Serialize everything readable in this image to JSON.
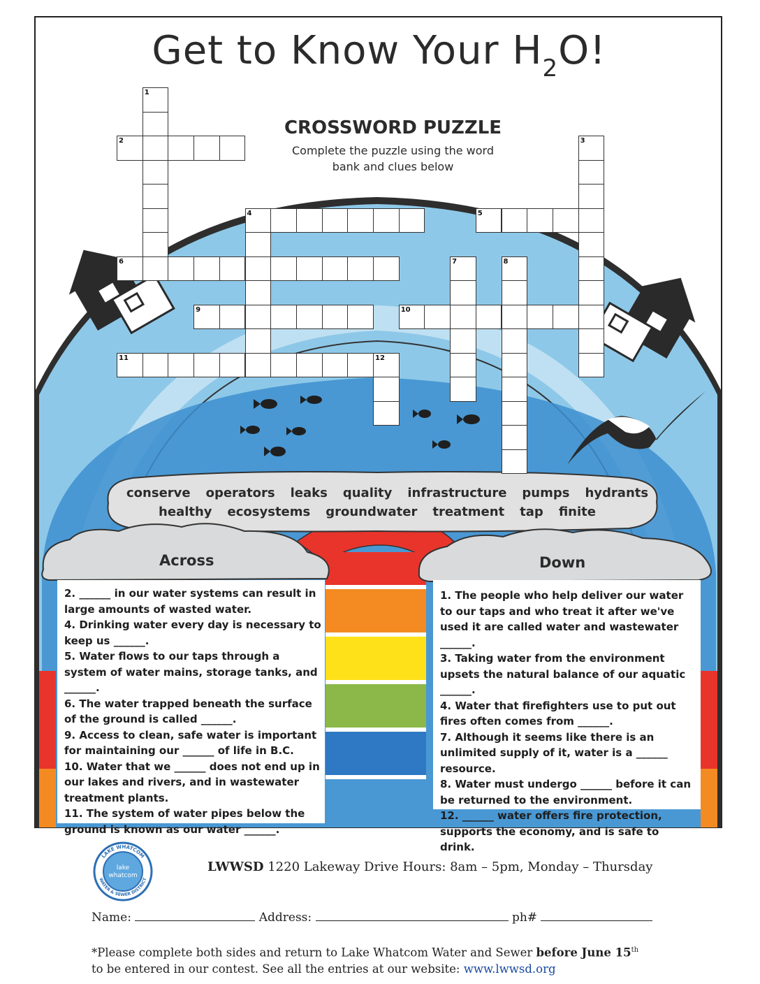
{
  "title": {
    "main": "Get to Know Your H",
    "subscript": "2",
    "suffix": "O!"
  },
  "crossword": {
    "heading": "CROSSWORD PUZZLE",
    "instructions_line1": "Complete the puzzle using the word",
    "instructions_line2": "bank and clues below"
  },
  "word_bank": {
    "row1": [
      "conserve",
      "operators",
      "leaks",
      "quality",
      "infrastructure",
      "pumps",
      "hydrants"
    ],
    "row2": [
      "healthy",
      "ecosystems",
      "groundwater",
      "treatment",
      "tap",
      "finite"
    ]
  },
  "across": {
    "title": "Across",
    "clues": [
      "2. ______ in our water systems can result in large amounts of wasted water.",
      "4. Drinking water every day is necessary to keep us ______.",
      "5. Water flows to our taps through a system of water mains, storage tanks, and ______.",
      "6. The water trapped beneath the surface of the ground is called ______.",
      "9. Access to clean, safe water is important for maintaining our ______ of life in B.C.",
      "10. Water that we ______ does not end up in our lakes and rivers, and in wastewater treatment plants.",
      "11. The system of water pipes below the ground is known as our water ______."
    ]
  },
  "down": {
    "title": "Down",
    "clues": [
      "1. The people who help deliver our water to our taps and who treat it after we've used it are called water and wastewater ______.",
      "3. Taking water from the environment upsets the natural balance of our aquatic ______.",
      "4. Water that firefighters use to put out fires often comes from ______.",
      "7. Although it seems like there is an unlimited supply of it, water is a ______ resource.",
      "8. Water must undergo ______ before it can be returned to the environment.",
      "12. ______ water offers fire protection, supports the economy, and is safe to drink."
    ]
  },
  "numbers": [
    "1",
    "2",
    "3",
    "4",
    "5",
    "6",
    "7",
    "8",
    "9",
    "10",
    "11",
    "12"
  ],
  "footer": {
    "org": "LWWSD",
    "details": " 1220 Lakeway Drive  Hours: 8am – 5pm, Monday – Thursday",
    "name_label": "Name:",
    "address_label": "Address:",
    "phone_label": "ph#",
    "note_part1": "*Please complete both sides and return to Lake Whatcom Water and Sewer ",
    "note_bold": "before June 15",
    "note_sup": "th",
    "note_part2": "to be entered in our contest. See all the entries at our website: ",
    "url": "www.lwwsd.org"
  },
  "logo": {
    "ring_top": "LAKE WHATCOM",
    "ring_bottom": "WATER & SEWER DISTRICT",
    "center_line1": "lake",
    "center_line2": "whatcom"
  },
  "colors": {
    "sky": "#8ec8e8",
    "deep_blue": "#3d8fd0",
    "rainbow": [
      "#e8342b",
      "#f38b22",
      "#ffe11a",
      "#8bb848",
      "#2f78c4"
    ],
    "cloud": "#d9dadb"
  }
}
